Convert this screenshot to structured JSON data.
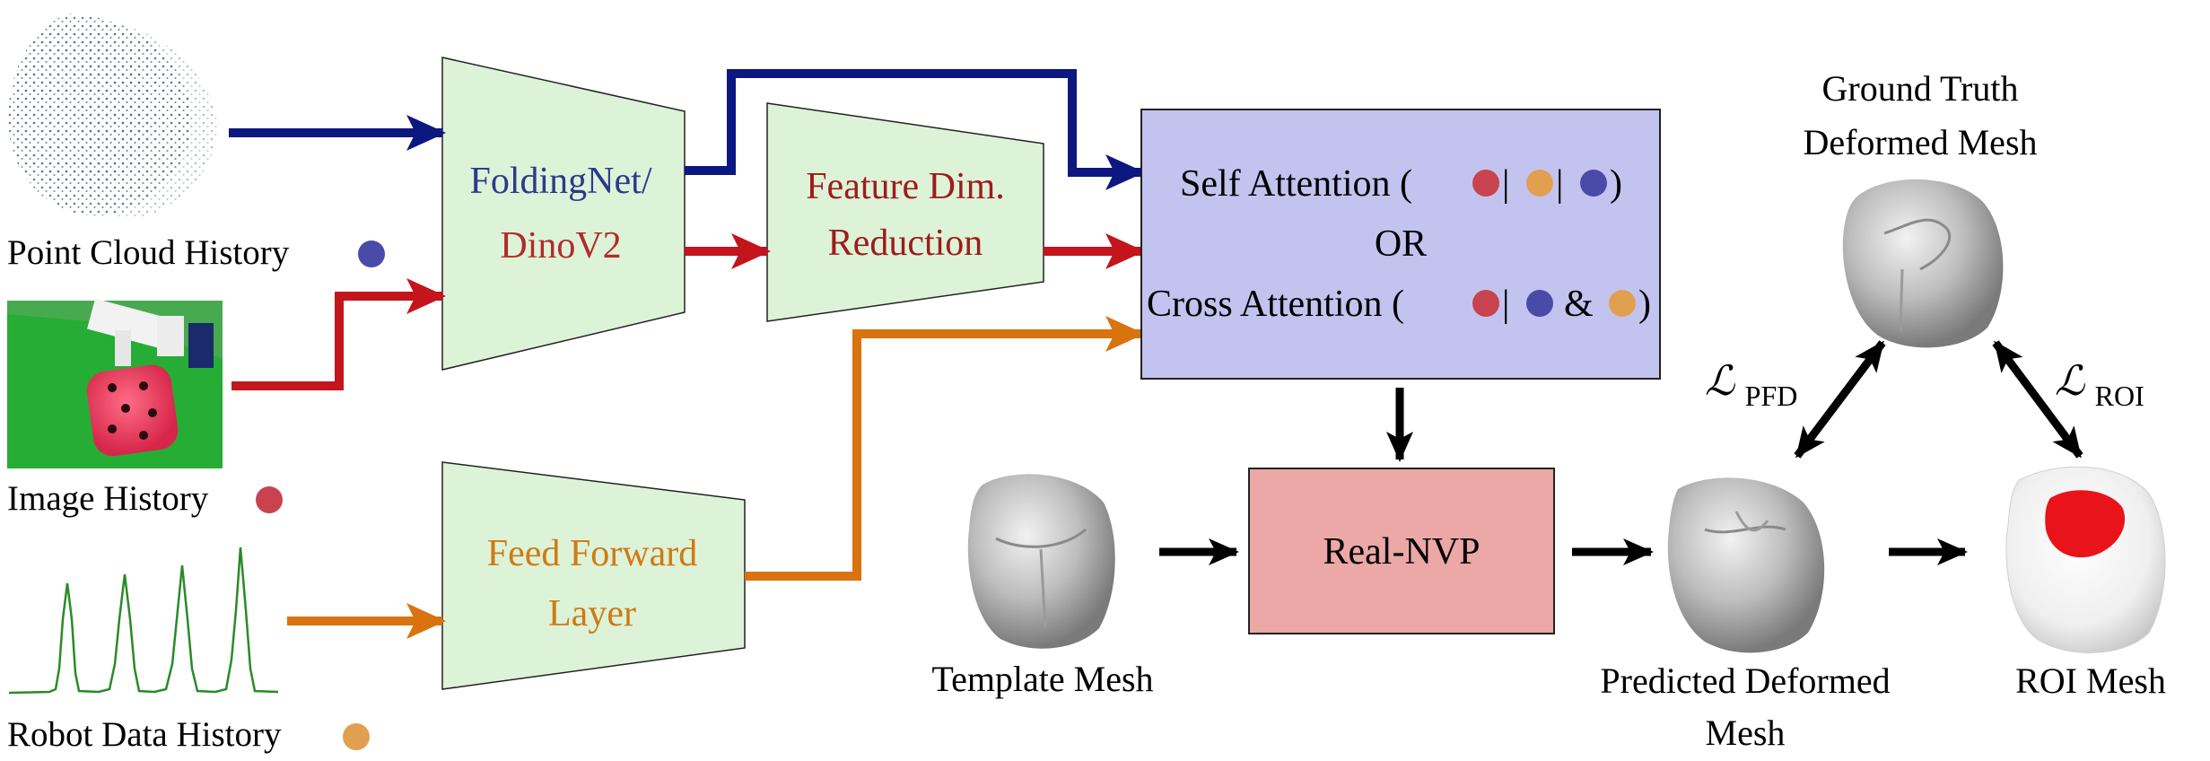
{
  "inputs": {
    "point_cloud": {
      "label": "Point Cloud History",
      "dot_color": "#4a4aa8"
    },
    "image": {
      "label": "Image History",
      "dot_color": "#c8434f"
    },
    "robot": {
      "label": "Robot Data History",
      "dot_color": "#e0a050"
    }
  },
  "encoders": {
    "foldingnet_line1": "FoldingNet/",
    "foldingnet_line2": "DinoV2",
    "feature_line1": "Feature Dim.",
    "feature_line2": "Reduction",
    "ffl_line1": "Feed Forward",
    "ffl_line2": "Layer"
  },
  "attention": {
    "self_prefix": "Self Attention (",
    "self_suffix": ")",
    "or_label": "OR",
    "cross_prefix": "Cross Attention (",
    "cross_suffix": ")",
    "sep": "|",
    "amp": "&"
  },
  "realnvp": {
    "label": "Real-NVP"
  },
  "meshes": {
    "template": "Template Mesh",
    "predicted_line1": "Predicted Deformed",
    "predicted_line2": "Mesh",
    "ground_truth_line1": "Ground Truth",
    "ground_truth_line2": "Deformed Mesh",
    "roi": "ROI Mesh"
  },
  "losses": {
    "pfd_symbol": "ℒ",
    "pfd_sub": "PFD",
    "roi_symbol": "ℒ",
    "roi_sub": "ROI"
  },
  "colors": {
    "blue_arrow": "#0d1780",
    "red_arrow": "#c4141c",
    "orange_arrow": "#d9730f",
    "green_block": "#dcf3d8",
    "attention_block": "#c3c3f0",
    "realnvp_block": "#eba8a6",
    "foldingnet_text": "#2c3a8c",
    "dinov2_text": "#b52a2a",
    "feature_text": "#a01b1b",
    "ffl_text": "#d07a12",
    "robot_signal": "#2a8a2a",
    "roi_region": "#e8141a"
  }
}
